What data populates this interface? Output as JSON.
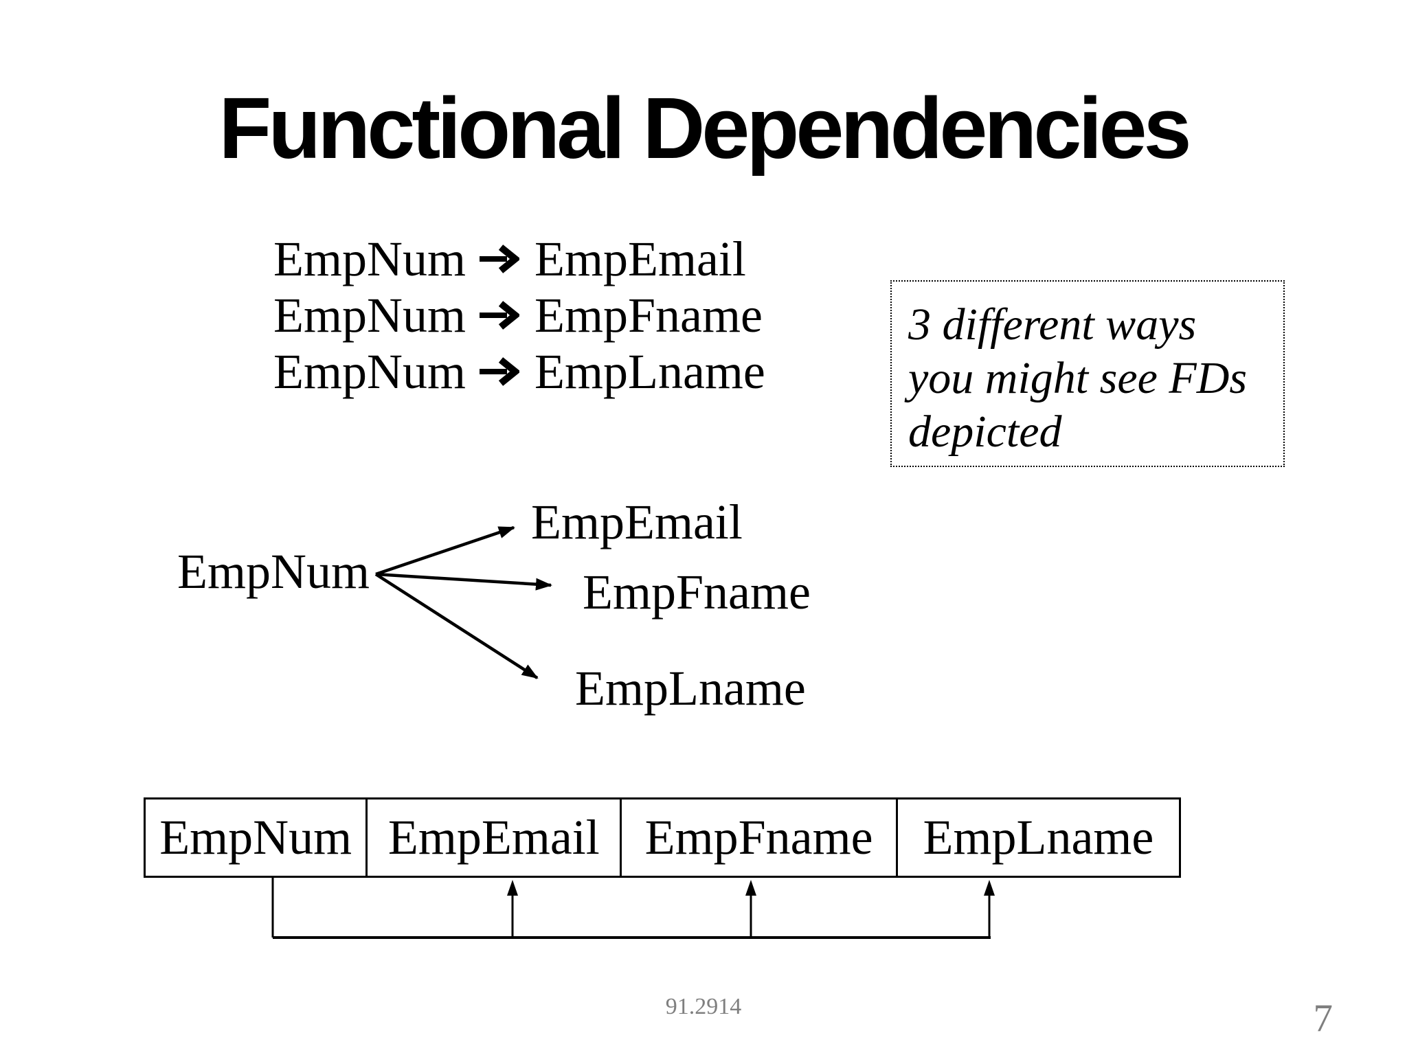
{
  "slide": {
    "title": "Functional Dependencies",
    "fd_list": {
      "items": [
        {
          "lhs": "EmpNum",
          "rhs": "EmpEmail"
        },
        {
          "lhs": "EmpNum",
          "rhs": "EmpFname"
        },
        {
          "lhs": "EmpNum",
          "rhs": "EmpLname"
        }
      ]
    },
    "note_box": {
      "lines": [
        "3 different ways",
        "you might see FDs",
        "depicted"
      ]
    },
    "diagram": {
      "source": "EmpNum",
      "targets": [
        "EmpEmail",
        "EmpFname",
        "EmpLname"
      ]
    },
    "table": {
      "columns": [
        "EmpNum",
        "EmpEmail",
        "EmpFname",
        "EmpLname"
      ]
    },
    "footer": {
      "course": "91.2914",
      "page": "7"
    },
    "colors": {
      "background": "#ffffff",
      "text": "#000000",
      "footer_text": "#7f7f7f"
    }
  }
}
